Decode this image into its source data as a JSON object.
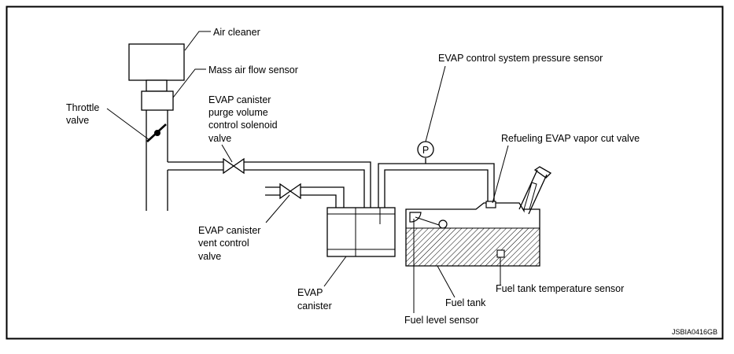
{
  "labels": {
    "air_cleaner": "Air cleaner",
    "maf_sensor": "Mass air flow sensor",
    "throttle_line1": "Throttle",
    "throttle_line2": "valve",
    "purge_line1": "EVAP canister",
    "purge_line2": "purge volume",
    "purge_line3": "control solenoid",
    "purge_line4": "valve",
    "pressure_sensor": "EVAP control system pressure sensor",
    "pressure_symbol": "P",
    "refuel_valve": "Refueling EVAP vapor cut valve",
    "vent_line1": "EVAP canister",
    "vent_line2": "vent control",
    "vent_line3": "valve",
    "canister_line1": "EVAP",
    "canister_line2": "canister",
    "fuel_tank": "Fuel tank",
    "fuel_temp_sensor": "Fuel tank temperature sensor",
    "fuel_level_sensor": "Fuel level sensor",
    "figure_code": "JSBIA0416GB"
  },
  "colors": {
    "line": "#000000",
    "background": "#ffffff"
  }
}
